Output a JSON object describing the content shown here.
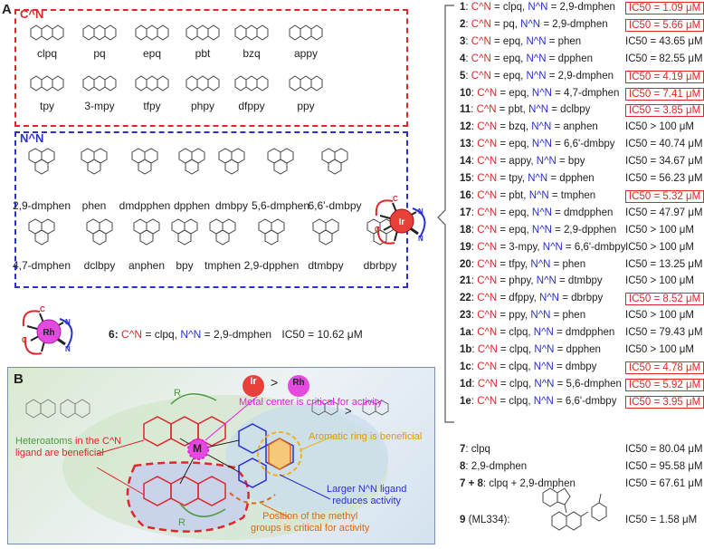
{
  "panel_a_label": "A",
  "panel_b_label": "B",
  "cn_box": {
    "title": "C^N",
    "ligands": [
      "clpq",
      "pq",
      "epq",
      "pbt",
      "bzq",
      "appy",
      "tpy",
      "3-mpy",
      "tfpy",
      "phpy",
      "dfppy",
      "ppy"
    ]
  },
  "nn_box": {
    "title": "N^N",
    "ligands": [
      "2,9-dmphen",
      "phen",
      "dmdpphen",
      "dpphen",
      "dmbpy",
      "5,6-dmphen",
      "6,6'-dmbpy",
      "4,7-dmphen",
      "dclbpy",
      "anphen",
      "bpy",
      "tmphen",
      "2,9-dpphen",
      "dtmbpy",
      "dbrbpy"
    ]
  },
  "complex_labels": {
    "rh": "Rh",
    "ir": "Ir",
    "c": "C",
    "n": "N"
  },
  "rh_entry": {
    "num": "6",
    "cn": "clpq",
    "nn": "2,9-dmphen",
    "ic50": "IC50 = 10.62 μM"
  },
  "table_rows": [
    {
      "num": "1",
      "cn": "clpq",
      "nn": "2,9-dmphen",
      "ic50": "IC50 = 1.09 μM",
      "red": true
    },
    {
      "num": "2",
      "cn": "pq",
      "nn": "2,9-dmphen",
      "ic50": "IC50 = 5.66 μM",
      "red": true
    },
    {
      "num": "3",
      "cn": "epq",
      "nn": "phen",
      "ic50": "IC50 = 43.65 μM",
      "red": false
    },
    {
      "num": "4",
      "cn": "epq",
      "nn": "dpphen",
      "ic50": "IC50 = 82.55 μM",
      "red": false
    },
    {
      "num": "5",
      "cn": "epq",
      "nn": "2,9-dmphen",
      "ic50": "IC50 = 4.19 μM",
      "red": true
    },
    {
      "num": "10",
      "cn": "epq",
      "nn": "4,7-dmphen",
      "ic50": "IC50 = 7.41 μM",
      "red": true
    },
    {
      "num": "11",
      "cn": "pbt",
      "nn": "dclbpy",
      "ic50": "IC50 = 3.85 μM",
      "red": true
    },
    {
      "num": "12",
      "cn": "bzq",
      "nn": "anphen",
      "ic50": "IC50 > 100 μM",
      "red": false
    },
    {
      "num": "13",
      "cn": "epq",
      "nn": "6,6'-dmbpy",
      "ic50": "IC50 = 40.74 μM",
      "red": false
    },
    {
      "num": "14",
      "cn": "appy",
      "nn": "bpy",
      "ic50": "IC50 = 34.67 μM",
      "red": false
    },
    {
      "num": "15",
      "cn": "tpy",
      "nn": "dpphen",
      "ic50": "IC50 = 56.23 μM",
      "red": false
    },
    {
      "num": "16",
      "cn": "pbt",
      "nn": "tmphen",
      "ic50": "IC50 = 5.32 μM",
      "red": true
    },
    {
      "num": "17",
      "cn": "epq",
      "nn": "dmdpphen",
      "ic50": "IC50 = 47.97 μM",
      "red": false
    },
    {
      "num": "18",
      "cn": "epq",
      "nn": "2,9-dpphen",
      "ic50": "IC50 > 100 μM",
      "red": false
    },
    {
      "num": "19",
      "cn": "3-mpy",
      "nn": "6,6'-dmbpy",
      "ic50": "IC50 > 100 μM",
      "red": false
    },
    {
      "num": "20",
      "cn": "tfpy",
      "nn": "phen",
      "ic50": "IC50 = 13.25 μM",
      "red": false
    },
    {
      "num": "21",
      "cn": "phpy",
      "nn": "dtmbpy",
      "ic50": "IC50 > 100 μM",
      "red": false
    },
    {
      "num": "22",
      "cn": "dfppy",
      "nn": "dbrbpy",
      "ic50": "IC50 = 8.52 μM",
      "red": true
    },
    {
      "num": "23",
      "cn": "ppy",
      "nn": "phen",
      "ic50": "IC50 > 100 μM",
      "red": false
    },
    {
      "num": "1a",
      "cn": "clpq",
      "nn": "dmdpphen",
      "ic50": "IC50 = 79.43 μM",
      "red": false
    },
    {
      "num": "1b",
      "cn": "clpq",
      "nn": "dpphen",
      "ic50": "IC50 > 100 μM",
      "red": false
    },
    {
      "num": "1c",
      "cn": "clpq",
      "nn": "dmbpy",
      "ic50": "IC50 = 4.78 μM",
      "red": true
    },
    {
      "num": "1d",
      "cn": "clpq",
      "nn": "5,6-dmphen",
      "ic50": "IC50 = 5.92 μM",
      "red": true
    },
    {
      "num": "1e",
      "cn": "clpq",
      "nn": "6,6'-dmbpy",
      "ic50": "IC50 = 3.95 μM",
      "red": true
    }
  ],
  "control_rows": [
    {
      "num": "7",
      "desc": "clpq",
      "ic50": "IC50 = 80.04 μM"
    },
    {
      "num": "8",
      "desc": "2,9-dmphen",
      "ic50": "IC50 = 95.58 μM"
    },
    {
      "num": "7 + 8",
      "desc": "clpq + 2,9-dmphen",
      "ic50": "IC50 = 67.61 μM"
    }
  ],
  "ml334": {
    "num": "9",
    "name": "(ML334):",
    "ic50": "IC50 = 1.58 μM"
  },
  "panel_b": {
    "metal_compare": {
      "left": "Ir",
      "gt": ">",
      "right": "Rh"
    },
    "metal_note": "Metal center is critical for activity",
    "hetero_note_1": "Heteroatoms",
    "hetero_note_2": "in the C^N",
    "hetero_note_3": "ligand are beneficial",
    "aromatic_note": "Aromatic ring is beneficial",
    "larger_note_1": "Larger N^N ligand",
    "larger_note_2": "reduces activity",
    "methyl_note_1": "Position of the methyl",
    "methyl_note_2": "groups is critical for activity",
    "center_metal": "M",
    "r_label": "R",
    "gt": ">"
  },
  "colors": {
    "red": "#e0262a",
    "blue": "#2b2fd0",
    "magenta": "#e51ee0",
    "green": "#4b9b3c",
    "orange": "#d86a12"
  }
}
